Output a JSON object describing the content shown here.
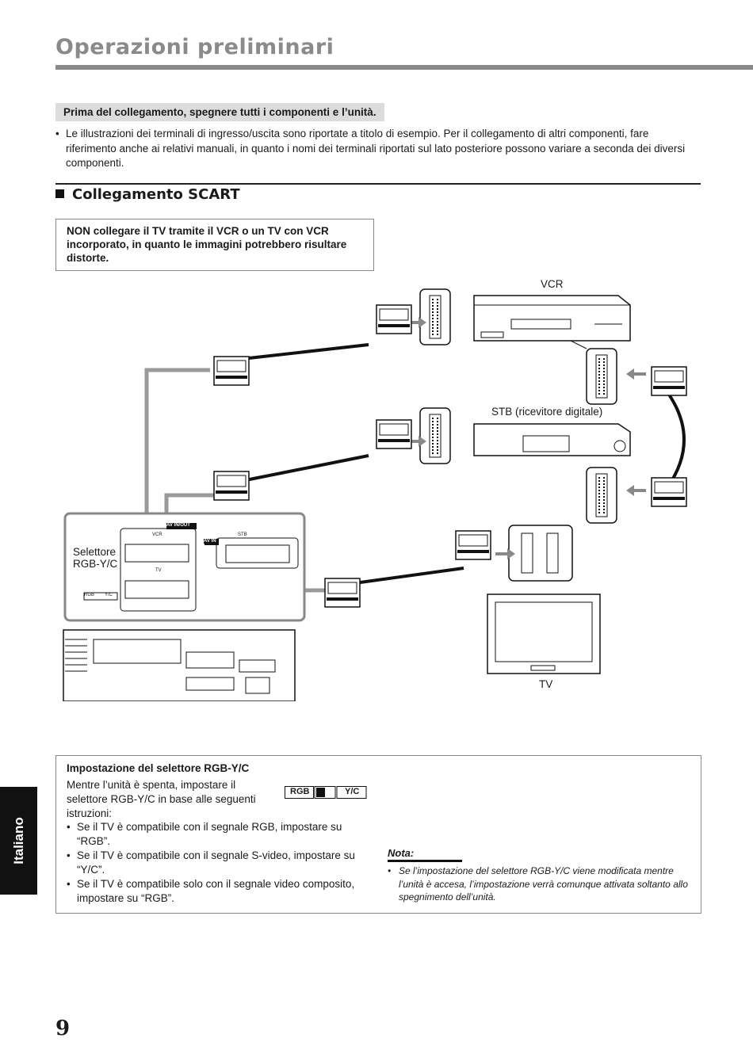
{
  "page": {
    "title": "Operazioni preliminari",
    "number": "9",
    "side_tab": "Italiano"
  },
  "intro": {
    "warning": "Prima del collegamento, spegnere tutti i componenti e l’unità.",
    "bullet": "Le illustrazioni dei terminali di ingresso/uscita sono riportate a titolo di esempio. Per il collegamento di altri componenti, fare riferimento anche ai relativi manuali, in quanto i nomi dei terminali riportati sul lato posteriore possono variare a seconda dei diversi componenti."
  },
  "section": {
    "title": "Collegamento SCART",
    "note": "NON collegare il TV tramite il VCR o un TV con VCR incorporato, in quanto le immagini potrebbero risultare distorte."
  },
  "diagram": {
    "label_vcr": "VCR",
    "label_stb": "STB (ricevitore digitale)",
    "label_tv": "TV",
    "label_selector_1": "Selettore",
    "label_selector_2": "RGB-Y/C",
    "panel_av_inout": "AV   IN/OUT",
    "panel_vcr": "VCR",
    "panel_stb": "STB",
    "panel_av_in": "AV   IN",
    "panel_tv": "TV",
    "panel_rgb": "RGB",
    "panel_yc": "Y/C"
  },
  "settings": {
    "title": "Impostazione del selettore RGB-Y/C",
    "intro": "Mentre l’unità è spenta, impostare il selettore RGB-Y/C in base alle seguenti istruzioni:",
    "items": [
      "Se il TV è compatibile con il segnale RGB, impostare su “RGB”.",
      "Se il TV è compatibile con il segnale S-video, impostare su “Y/C”.",
      "Se il TV è compatibile solo con il segnale video composito, impostare su “RGB”."
    ],
    "switch_left": "RGB",
    "switch_right": "Y/C",
    "nota_title": "Nota:",
    "nota_text": "Se l’impostazione del selettore RGB-Y/C viene modificata mentre l’unità è accesa, l’impostazione verrà comunque attivata soltanto allo spegnimento dell’unità."
  }
}
